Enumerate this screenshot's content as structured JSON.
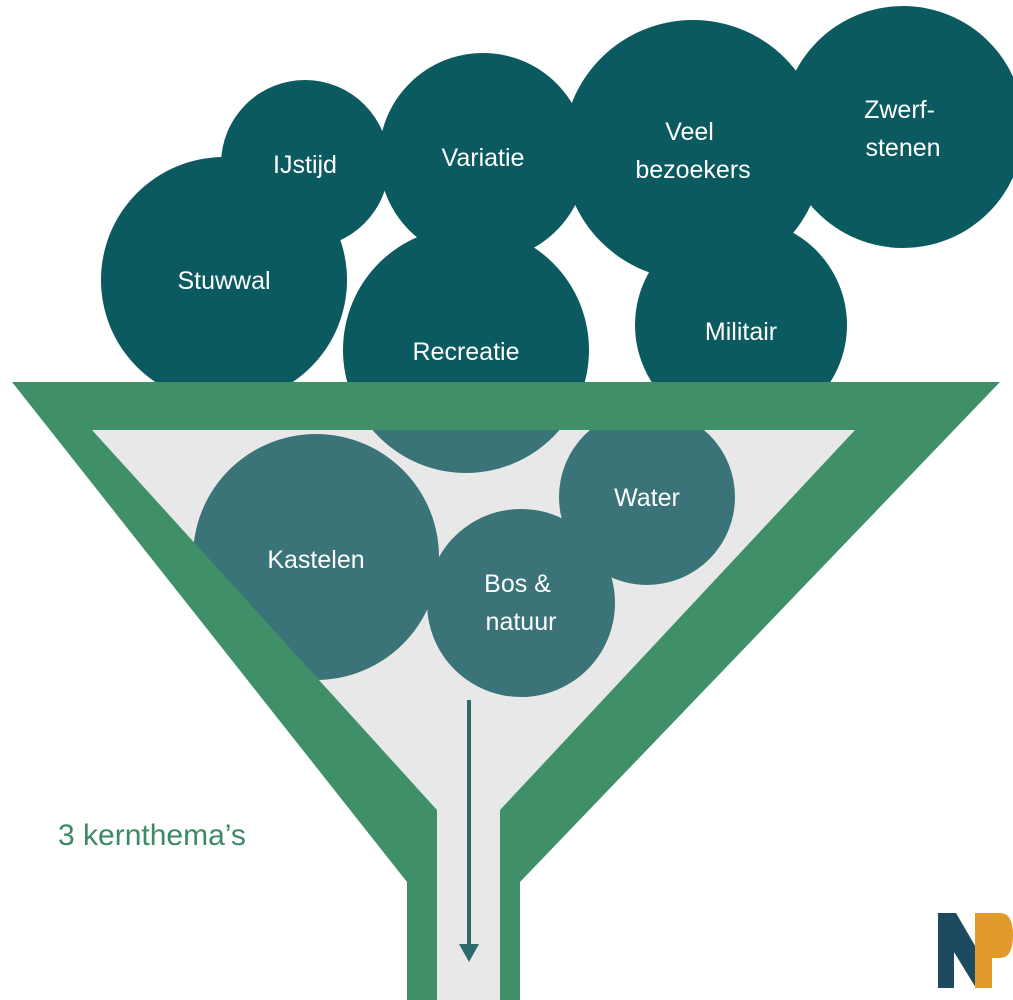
{
  "colors": {
    "dark_bubble": "#0a5a5f",
    "inner_bubble": "#3b7478",
    "funnel_frame": "#3f9069",
    "funnel_fill": "#e8e8e8",
    "arrow": "#2d6a6e",
    "caption": "#3a8a63",
    "logo_blue": "#1d4a5e",
    "logo_orange": "#e29a2a"
  },
  "bubbles_top": [
    {
      "id": "stuwwal",
      "lines": [
        "Stuwwal"
      ]
    },
    {
      "id": "ijstijd",
      "lines": [
        "IJstijd"
      ]
    },
    {
      "id": "variatie",
      "lines": [
        "Variatie"
      ]
    },
    {
      "id": "veel-bezoekers",
      "lines": [
        "Veel",
        "bezoekers"
      ]
    },
    {
      "id": "zwerfstenen",
      "lines": [
        "Zwerf-",
        "stenen"
      ]
    },
    {
      "id": "recreatie",
      "lines": [
        "Recreatie"
      ]
    },
    {
      "id": "militair",
      "lines": [
        "Militair"
      ]
    }
  ],
  "bubbles_inner": [
    {
      "id": "kastelen",
      "lines": [
        "Kastelen"
      ]
    },
    {
      "id": "water",
      "lines": [
        "Water"
      ]
    },
    {
      "id": "bos-natuur",
      "lines": [
        "Bos &",
        "natuur"
      ]
    }
  ],
  "caption": "3 kernthema’s",
  "logo_icon": "np-logo"
}
